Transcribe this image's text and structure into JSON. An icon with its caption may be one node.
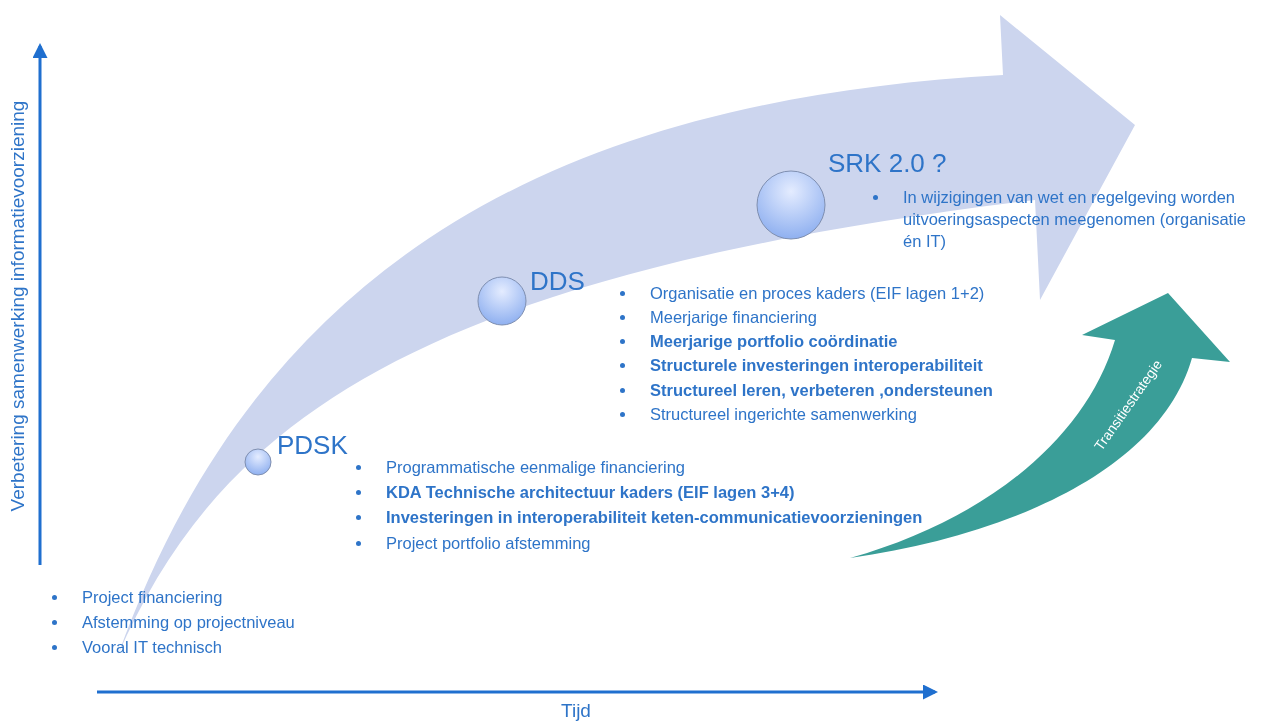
{
  "diagram": {
    "nodes": [
      {
        "text": [],
        "shape": "circle",
        "beside": [
          "PDSK"
        ]
      },
      {
        "text": [],
        "shape": "circle",
        "beside": [
          "DDS"
        ]
      },
      {
        "text": [],
        "shape": "circle",
        "beside": [
          "SRK 2.0 ?"
        ]
      },
      {
        "text": [
          "Transitiestrategie"
        ]
      }
    ],
    "edges": [],
    "labels": [
      "In wijzigingen van wet en regelgeving worden uitvoeringsaspecten meegenomen (organisatie én IT)",
      "Organisatie en proces kaders (EIF lagen 1+2)",
      "Meerjarige financiering",
      "Meerjarige portfolio coördinatie",
      "Structurele investeringen interoperabiliteit",
      "Structureel leren, verbeteren ,ondersteunen",
      "Structureel ingerichte samenwerking",
      "Programmatische eenmalige financiering",
      "KDA Technische architectuur kaders (EIF lagen 3+4)",
      "Investeringen in interoperabiliteit keten-communicatievoorzieningen",
      "Project portfolio afstemming",
      "Project financiering",
      "Afstemming op projectniveau",
      "Vooral IT technisch",
      "Verbetering samenwerking informatievoorziening",
      "Tijd"
    ]
  }
}
